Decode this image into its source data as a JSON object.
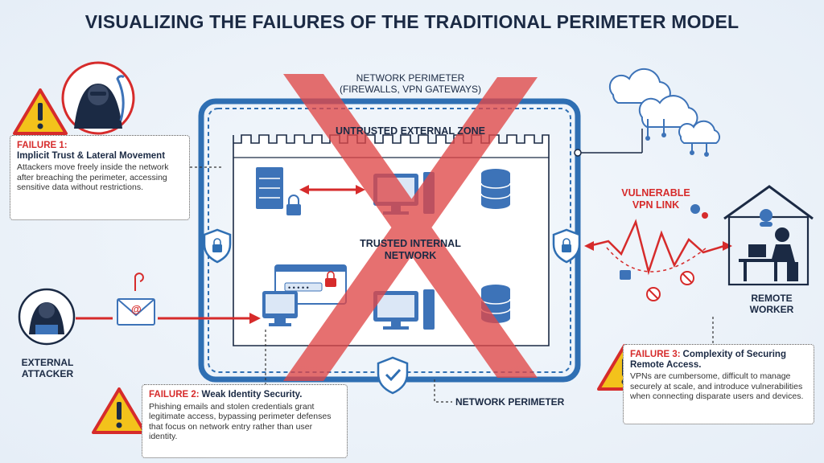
{
  "title": "VISUALIZING THE FAILURES OF THE TRADITIONAL PERIMETER MODEL",
  "labels": {
    "network_perimeter_top_1": "NETWORK PERIMETER",
    "network_perimeter_top_2": "(FIREWALLS, VPN GATEWAYS)",
    "untrusted_zone": "UNTRUSTED EXTERNAL ZONE",
    "trusted_zone_1": "TRUSTED INTERNAL",
    "trusted_zone_2": "NETWORK",
    "vulnerable_vpn_1": "VULNERABLE",
    "vulnerable_vpn_2": "VPN LINK",
    "remote_worker_1": "REMOTE",
    "remote_worker_2": "WORKER",
    "external_attacker_1": "EXTERNAL",
    "external_attacker_2": "ATTACKER",
    "network_perimeter_bottom": "NETWORK PERIMETER"
  },
  "failures": {
    "f1": {
      "heading": "FAILURE 1:",
      "subheading": "Implicit Trust & Lateral Movement",
      "body": "Attackers move freely inside the network after breaching the perimeter, accessing sensitive data without restrictions."
    },
    "f2": {
      "heading": "FAILURE 2:",
      "subheading": "Weak Identity Security.",
      "body": "Phishing emails and stolen credentials grant legitimate access, bypassing perimeter defenses that focus on network entry rather than user identity."
    },
    "f3": {
      "heading": "FAILURE 3:",
      "subheading": "Complexity of Securing Remote Access.",
      "body": "VPNs are cumbersome, difficult to manage securely at scale, and introduce vulnerabilities when connecting disparate users and devices."
    }
  },
  "colors": {
    "perimeter_blue": "#2f6fb3",
    "icon_blue": "#3d73b8",
    "alert_red": "#d62b2b",
    "cross_red": "#e04848",
    "warning_yellow": "#f3c21b",
    "dark_navy": "#1b2a44"
  }
}
